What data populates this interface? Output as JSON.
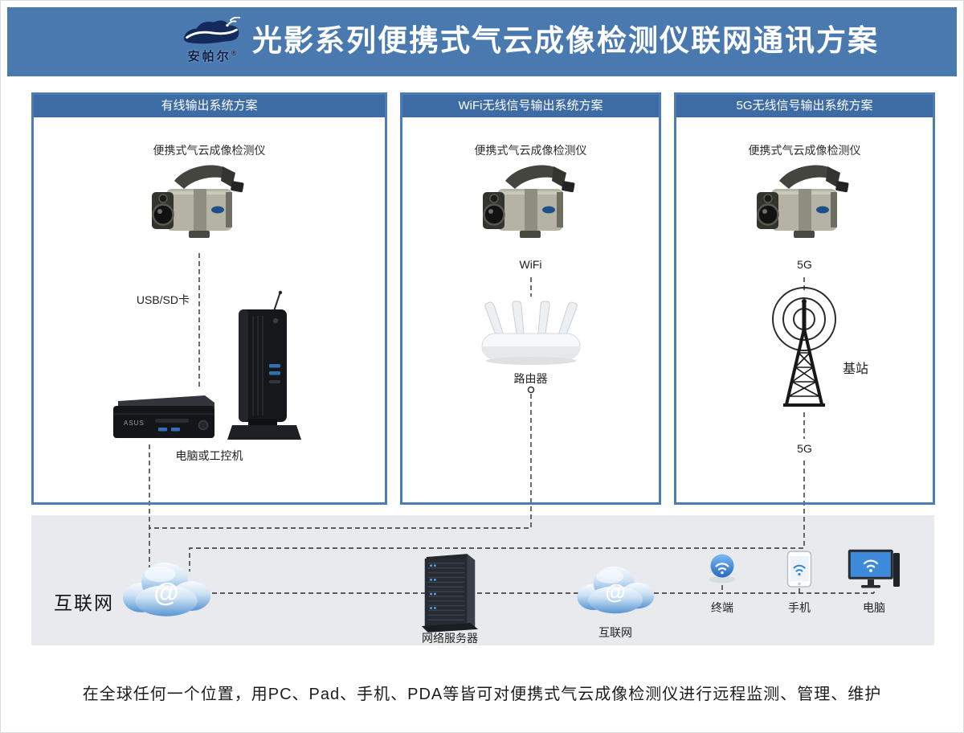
{
  "colors": {
    "header-bg": "#4a79b0",
    "panel-border": "#4b7cb4",
    "panel-titlebar": "#3d6ba3",
    "strip-bg": "#e8eaed",
    "line-color": "#2d2d2d",
    "cloud-blue": "#5b9bd5",
    "accent-blue": "#2f6fb4"
  },
  "header": {
    "title": "光影系列便携式气云成像检测仪联网通讯方案",
    "logo_text": "安帕尔",
    "logo_reg": "®"
  },
  "panels": [
    {
      "title": "有线输出系统方案",
      "device_label": "便携式气云成像检测仪",
      "link_label": "USB/SD卡",
      "bottom_label": "电脑或工控机",
      "pc_brand": "ASUS"
    },
    {
      "title": "WiFi无线信号输出系统方案",
      "device_label": "便携式气云成像检测仪",
      "link_label": "WiFi",
      "bottom_label": "路由器"
    },
    {
      "title": "5G无线信号输出系统方案",
      "device_label": "便携式气云成像检测仪",
      "link_label": "5G",
      "station_label": "基站",
      "downlink_label": "5G"
    }
  ],
  "strip": {
    "internet_title": "互联网",
    "cloud1_symbol": "@",
    "server_label": "网络服务器",
    "cloud2_symbol": "@",
    "cloud2_label": "互联网",
    "terminal_label": "终端",
    "phone_label": "手机",
    "pc_label": "电脑"
  },
  "caption": "在全球任何一个位置，用PC、Pad、手机、PDA等皆可对便携式气云成像检测仪进行远程监测、管理、维护"
}
